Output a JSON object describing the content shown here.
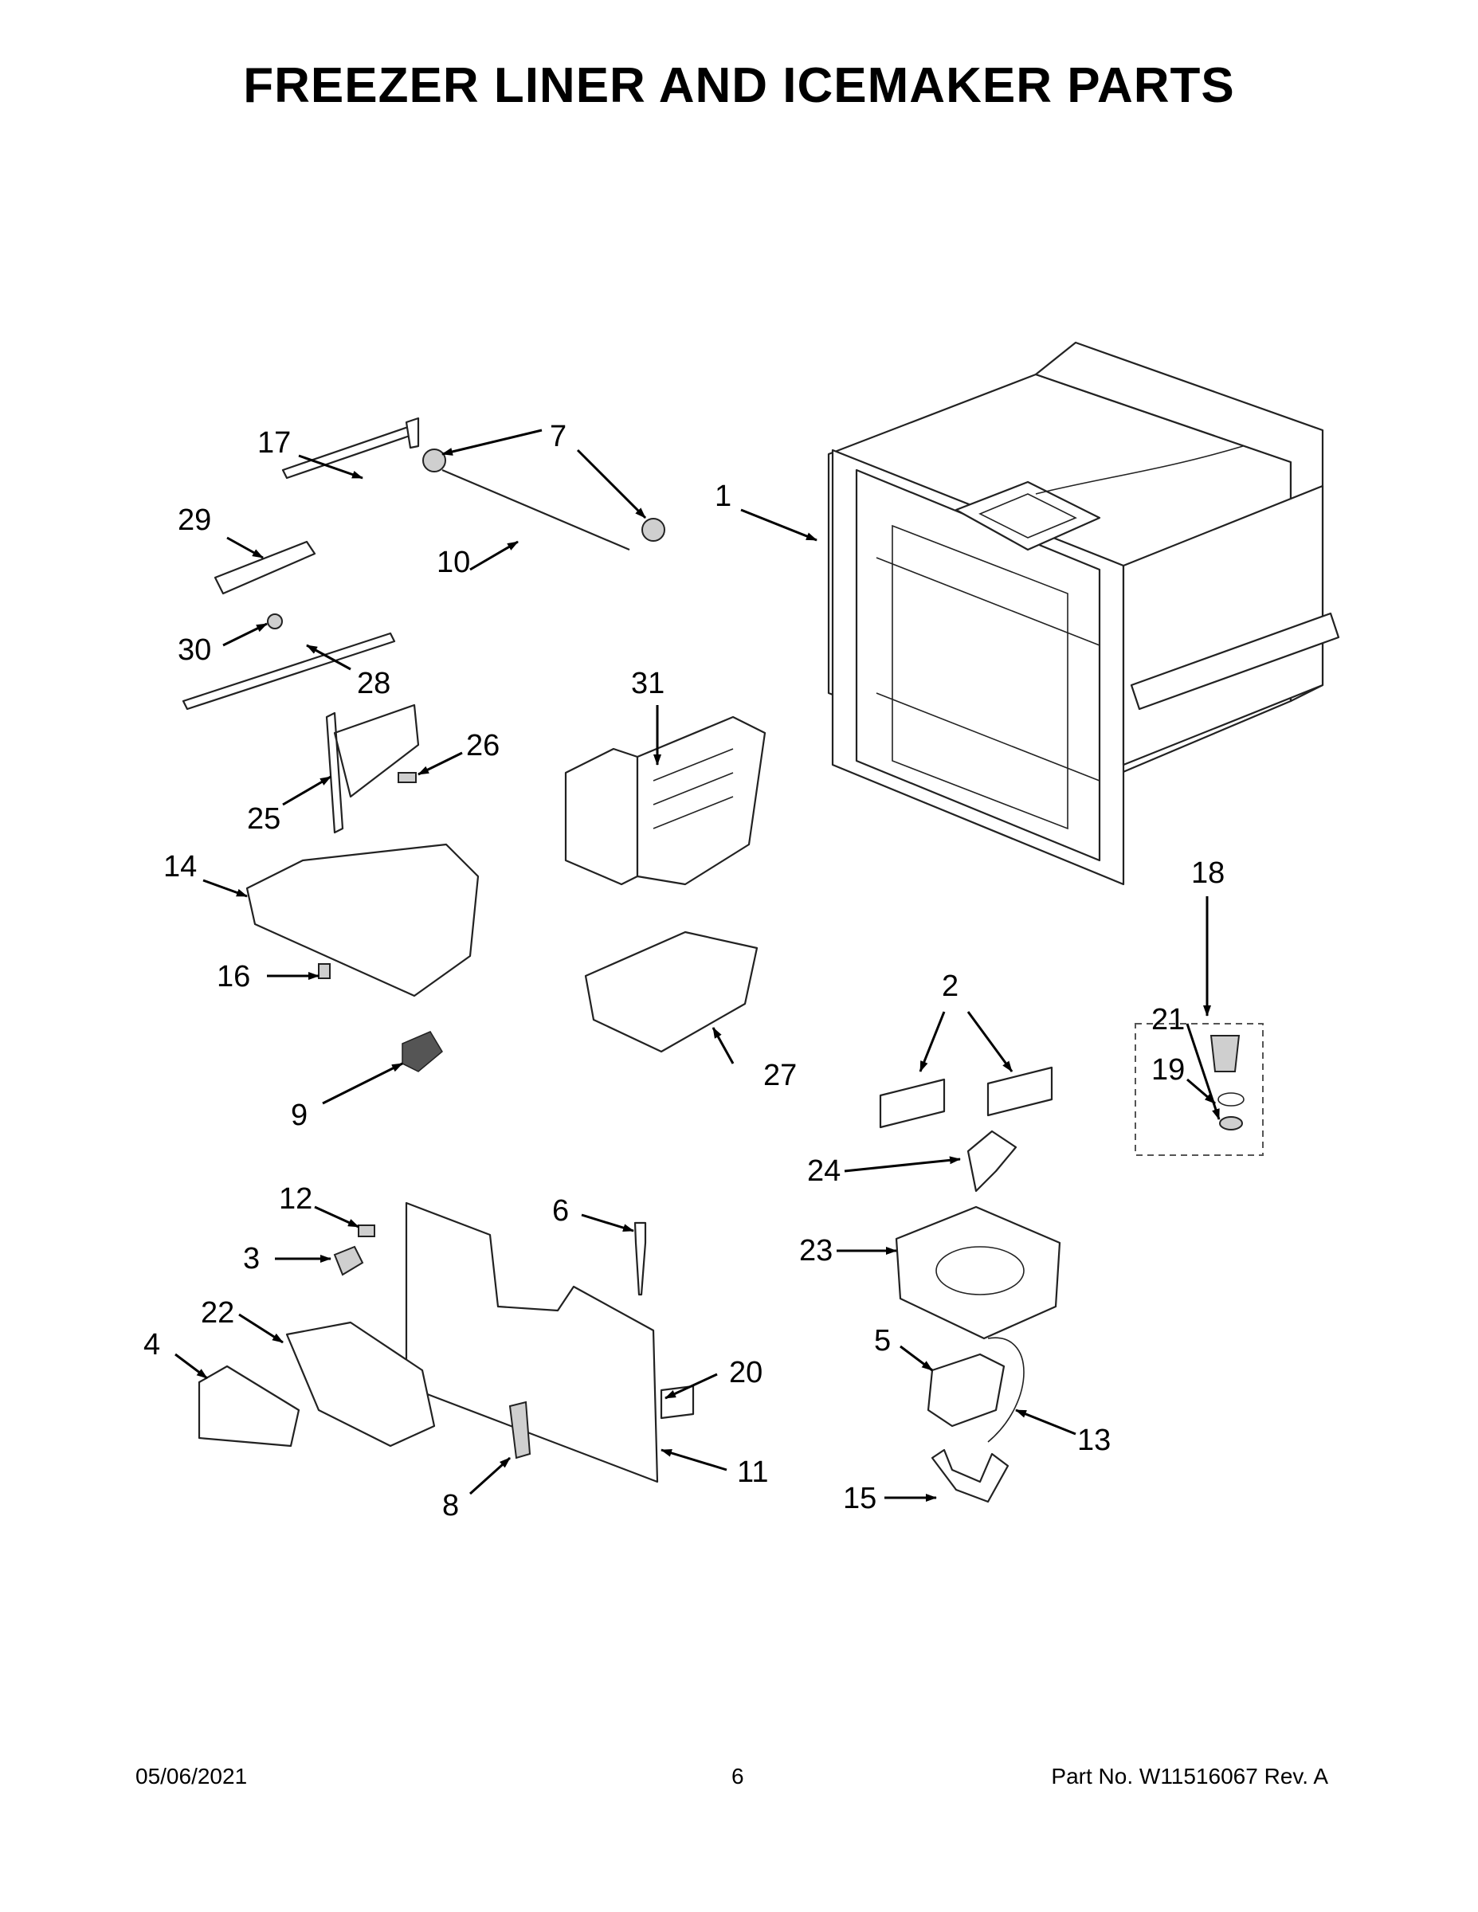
{
  "title": "FREEZER LINER AND ICEMAKER PARTS",
  "callouts": [
    "1",
    "2",
    "3",
    "4",
    "5",
    "6",
    "7",
    "8",
    "9",
    "10",
    "11",
    "12",
    "13",
    "14",
    "15",
    "16",
    "17",
    "18",
    "19",
    "20",
    "21",
    "22",
    "23",
    "24",
    "25",
    "26",
    "27",
    "28",
    "29",
    "30",
    "31"
  ],
  "footer": {
    "date": "05/06/2021",
    "page": "6",
    "part_no": "Part No.  W11516067  Rev.  A"
  }
}
